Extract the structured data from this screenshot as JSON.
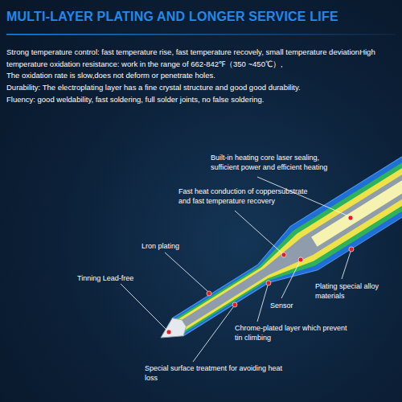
{
  "diagram": {
    "title": "MULTI-LAYER PLATING AND LONGER SERVICE LIFE",
    "labels": [
      "Strong temperature control: fast temperature rise, fast temperature recovely, small temperature deviationHigh temperature oxidation resistance: work in the range of 662-842℉（350 ~450℃）,",
      "The oxidation rate is slow,does not deform or penetrate holes.",
      "Durability: The electroplating layer has a fine crystal structure and good good durability.",
      "Fluency: good weldability, fast soldering, full solder joints, no false soldering.",
      "Built-in heating core laser sealing, sufficient power and efficient heating",
      "Fast heat conduction of coppersubstrate and fast temperature recovery",
      "Lron plating",
      "Tinning Lead-free",
      "Plating special alloy materials",
      "Sensor",
      "Chrome-plated layer which prevent tin climbing",
      "Special surface treatment for avoiding heat loss"
    ]
  }
}
